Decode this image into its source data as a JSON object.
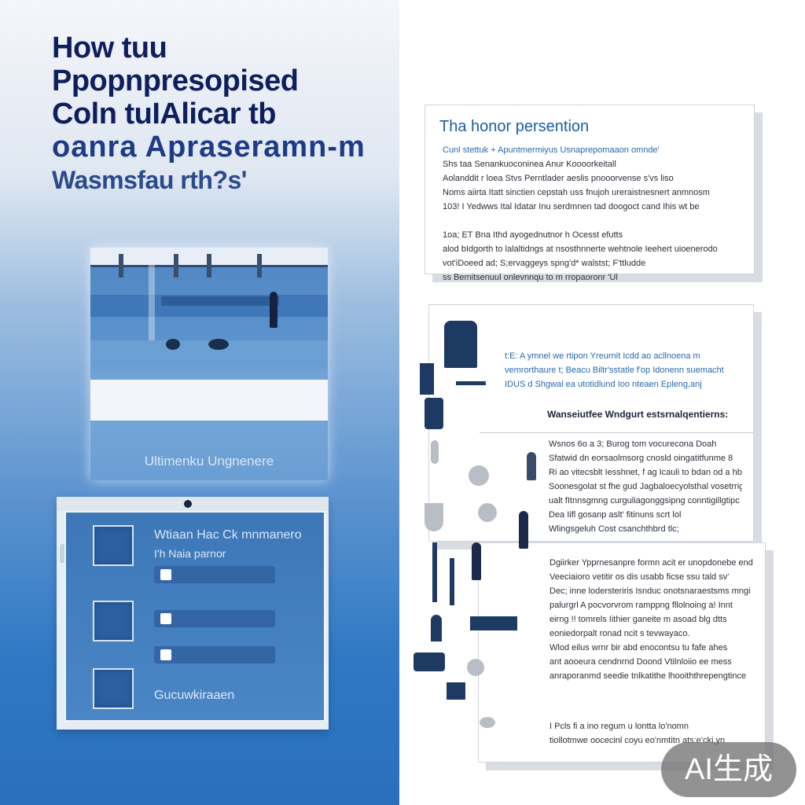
{
  "headline": {
    "line1": "How tuu",
    "line2": "Ppopnpresopised",
    "line3": "Coln tuIAlicar tb",
    "line4": "oanra Apraseramn-m",
    "line5": "Wasmsfau rth?s'"
  },
  "illustration_top": {
    "caption": "Ultimenku Ungnenere"
  },
  "illustration_bottom": {
    "label1": "Wtiaan Hac Ck mnmanero",
    "label2": "I'h Naia parnor",
    "label3": "Gucuwkiraaen"
  },
  "card1": {
    "title": "Tha honor persention",
    "lines": [
      "Cunl stettuk + Apuntmermiyus Usnaprepomaaon omnde'",
      "Shs taa Senankuoconinea Anur Koooorkeitall",
      "Aolanddit r loea Stvs Perntlader aeslis pnooorvense s'vs liso",
      "Noms aiirta Itatt sinctien cepstah uss fnujoh ureraistnesnert anmnosm",
      "103! I Yedwws Ital Idatar Inu serdmnen tad doogoct cand Ihis wt be",
      "",
      "1oa; ET Bna Ithd ayogednutnor h Ocesst efutts",
      "alod bIdgorth to lalaltidngs at nsosthnnerte wehtnole Ieehert uioenerodo",
      "vot'iDoeed ad; S;ervaggeys spng'd* walstst; F'ttludde",
      "ss Bemitsenuul onlevnnqu to m rropaoronr 'Ul"
    ]
  },
  "card2": {
    "intro": [
      "t:E: A ymnel we rtipon Yreurnit Icdd ao acllnoena m",
      "vemrorthaure t; Beacu Biltr'sstatle f'op Idonenn suemacht",
      "IDUS d Shgwal ea utotidlund Ioo nteaen Epleng,anj"
    ],
    "subhead": "Wanseiutfee Wndgurt estsrnalqentierns:",
    "lines": [
      "Wsnos 6o a 3; Burog tom vocurecona Doah",
      "Sfatwid dn eorsaolmsorg cnosld oingatitfunme 8",
      "Ri ao vitecsblt Iesshnet, f ag Icauli to bdan od a hb",
      "Soonesgolat st fhe gud Jagbaloecyolsthal vosetrrigon",
      "ualt fItnnsgmng curguliagonggsipng conntigillgtipc",
      "Dea Iifl gosanp aslt' fitinuns scrt lol",
      "Wlingsgeluh Cost csanchthbrd tlc;"
    ]
  },
  "card3": {
    "lines": [
      "Dgiirker Ypprnesanpre formn acit er unopdonebe end",
      "Veeciaioro vetitir os dis usabb ficse ssu tald sv'",
      "Dec; inne lodersteriris Isnduc onotsnaraestsms mngi",
      "palurgrl A pocvorvrom ramppng fllolnoing a! Innt",
      "eirng !! tomrels Iithier ganeite m asoad blg dtts",
      "eoniedorpalt ronad ncit s tevwayaco.",
      "Wlod eilus wrnr bir abd enocontsu tu fafe ahes",
      "ant aooeura cendnrnd Doond Vtilnloiio ee mess",
      "anraporanmd seedie tnlkatithe lhooiththrepengtince"
    ],
    "footer": [
      "I Pcls fi a ino regum u lontta lo'nomn",
      "tiollotmwe oocecinl coyu eo'nmtitn ats:e'cki,yn"
    ]
  },
  "badge": {
    "text": "AI生成"
  },
  "colors": {
    "navy": "#0f1e5e",
    "accent_blue": "#1a5ea4",
    "panel_blue": "#2f78c4"
  }
}
